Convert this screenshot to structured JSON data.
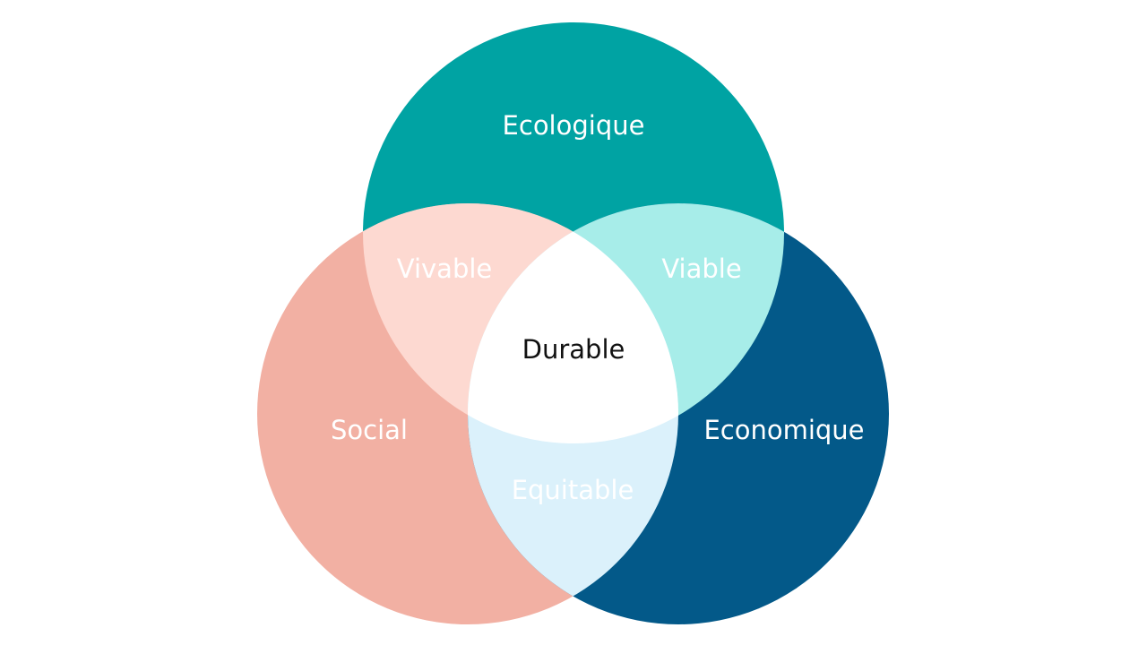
{
  "diagram": {
    "sets": [
      {
        "id": "ecologique",
        "label": "Ecologique",
        "color": "#00a3a3"
      },
      {
        "id": "social",
        "label": "Social",
        "color": "#f2b0a3"
      },
      {
        "id": "economique",
        "label": "Economique",
        "color": "#035989"
      }
    ],
    "overlaps": [
      {
        "id": "vivable",
        "sets": [
          "ecologique",
          "social"
        ],
        "label": "Vivable",
        "color": "#fdd9d1"
      },
      {
        "id": "viable",
        "sets": [
          "ecologique",
          "economique"
        ],
        "label": "Viable",
        "color": "#a7ede9"
      },
      {
        "id": "equitable",
        "sets": [
          "social",
          "economique"
        ],
        "label": "Equitable",
        "color": "#dbf1fb"
      },
      {
        "id": "durable",
        "sets": [
          "ecologique",
          "social",
          "economique"
        ],
        "label": "Durable",
        "color": "#ffffff"
      }
    ],
    "label_color_light": "#ffffff",
    "label_color_dark": "#111111"
  }
}
